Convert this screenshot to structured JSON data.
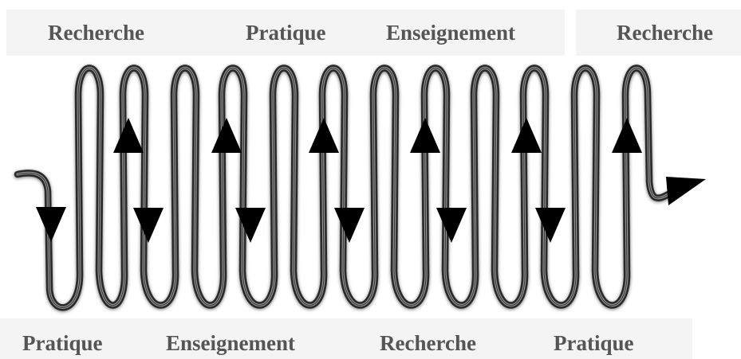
{
  "labels": {
    "top": [
      "Recherche",
      "Pratique",
      "Enseignement",
      "Recherche"
    ],
    "bottom": [
      "Pratique",
      "Enseignement",
      "Recherche",
      "Pratique"
    ]
  },
  "colors": {
    "coil": "#2a2a2a",
    "coil_highlight": "#9a9a9a",
    "arrow": "#000000",
    "label_text": "#555555",
    "label_band": "#f4f4f4"
  },
  "diagram": {
    "coil_turns": 12,
    "arrow_icons": [
      "down-arrow-icon",
      "up-arrow-icon",
      "right-arrow-icon"
    ]
  }
}
